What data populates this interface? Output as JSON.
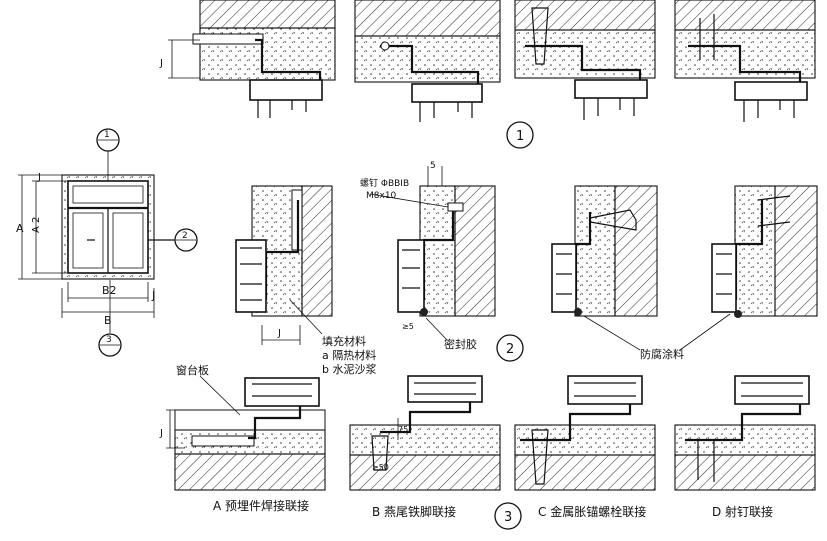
{
  "section_numbers": {
    "s1": "1",
    "s2": "2",
    "s3": "3"
  },
  "elevation": {
    "dim_A": "A",
    "dim_A2": "A 2",
    "dim_J_top": "J",
    "dim_B2": "B2",
    "dim_J_right": "J",
    "dim_B": "B",
    "marker_1": "1",
    "marker_2": "2",
    "marker_3": "3"
  },
  "row1": {
    "dim_J": "J"
  },
  "row2": {
    "dim_J": "J",
    "label_screw_1": "螺钉 ΦBBIB",
    "label_screw_2": "M8x10",
    "dim_5": "5",
    "dim_35": "≥5",
    "label_fill": "填充材料",
    "label_fill_a": "a 隔热材料",
    "label_fill_b": "b 水泥沙浆",
    "label_seal": "密封胶",
    "label_antirust": "防腐涂料"
  },
  "row3": {
    "dim_J": "J",
    "label_board": "窗台板",
    "dim_75": "75",
    "dim_50": "≥50",
    "caption_A": "A 预埋件焊接联接",
    "caption_B": "B 燕尾铁脚联接",
    "caption_C": "C 金属胀锚螺栓联接",
    "caption_D": "D 射钉联接"
  }
}
